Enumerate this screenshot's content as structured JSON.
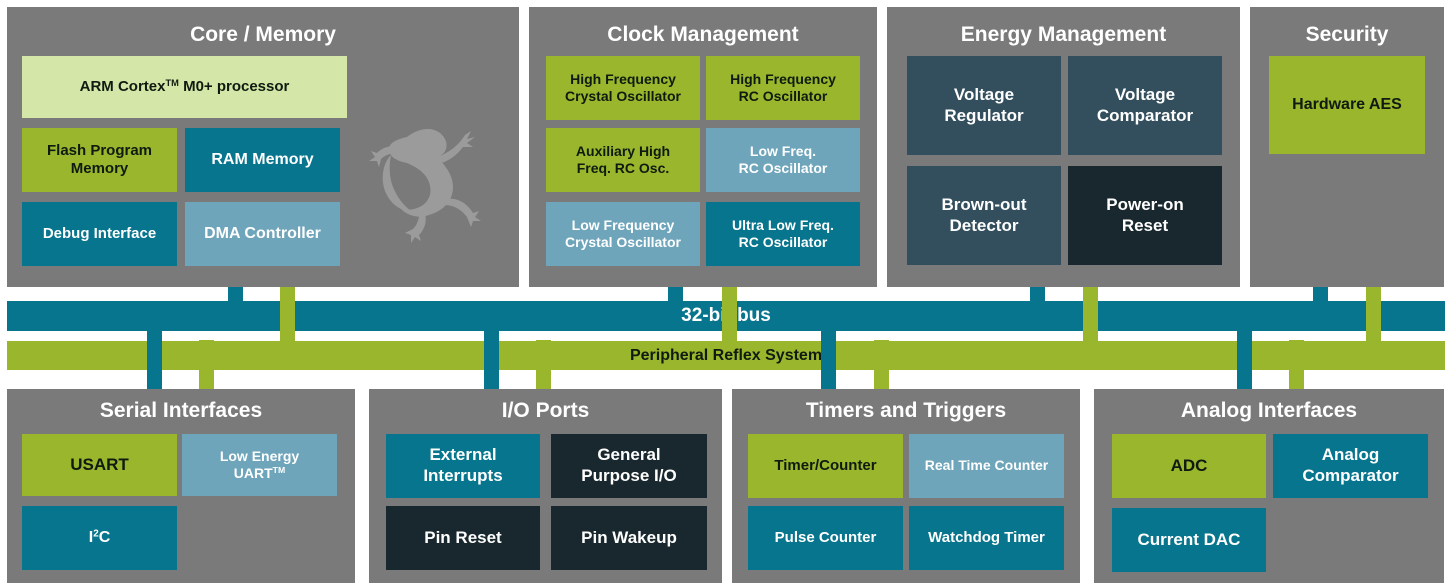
{
  "panels": {
    "core": {
      "title": "Core / Memory",
      "items": {
        "processor": {
          "pre": "ARM Cortex",
          "sup": "TM",
          "post": " M0+ processor"
        },
        "flash": "Flash Program\nMemory",
        "ram": "RAM Memory",
        "debug": "Debug Interface",
        "dma": "DMA Controller"
      }
    },
    "clock": {
      "title": "Clock Management",
      "items": {
        "hfxo": "High Frequency\nCrystal Oscillator",
        "hfrco": "High Frequency\nRC Oscillator",
        "auxhfrco": "Auxiliary High\nFreq. RC Osc.",
        "lfrco": "Low Freq.\nRC Oscillator",
        "lfxo": "Low Frequency\nCrystal Oscillator",
        "ulfrco": "Ultra Low Freq.\nRC Oscillator"
      }
    },
    "energy": {
      "title": "Energy Management",
      "items": {
        "vreg": "Voltage\nRegulator",
        "vcomp": "Voltage\nComparator",
        "bod": "Brown-out\nDetector",
        "por": "Power-on\nReset"
      }
    },
    "security": {
      "title": "Security",
      "items": {
        "aes": "Hardware AES"
      }
    },
    "serial": {
      "title": "Serial Interfaces",
      "items": {
        "usart": "USART",
        "leuart": {
          "pre": "Low Energy\nUART",
          "sup": "TM"
        },
        "i2c": {
          "pre": "I",
          "sup": "2",
          "post": "C"
        }
      }
    },
    "io": {
      "title": "I/O Ports",
      "items": {
        "extint": "External\nInterrupts",
        "gpio": "General\nPurpose I/O",
        "pinreset": "Pin Reset",
        "pinwakeup": "Pin Wakeup"
      }
    },
    "timers": {
      "title": "Timers and Triggers",
      "items": {
        "timer": "Timer/Counter",
        "rtc": "Real Time Counter",
        "pulse": "Pulse Counter",
        "wdog": "Watchdog Timer"
      }
    },
    "analog": {
      "title": "Analog Interfaces",
      "items": {
        "adc": "ADC",
        "acmp": "Analog\nComparator",
        "idac": "Current DAC"
      }
    }
  },
  "bus": {
    "label": "32-bit bus",
    "color": "#07758d"
  },
  "prs": {
    "label": "Peripheral Reflex System",
    "color": "#9ab62d"
  },
  "colors": {
    "panel": "#7b7a7b",
    "green": "#9ab62d",
    "light_green": "#d4e7a8",
    "teal": "#07758d",
    "light_blue": "#6ea5bb",
    "slate": "#334f5e",
    "dark": "#18282e"
  }
}
